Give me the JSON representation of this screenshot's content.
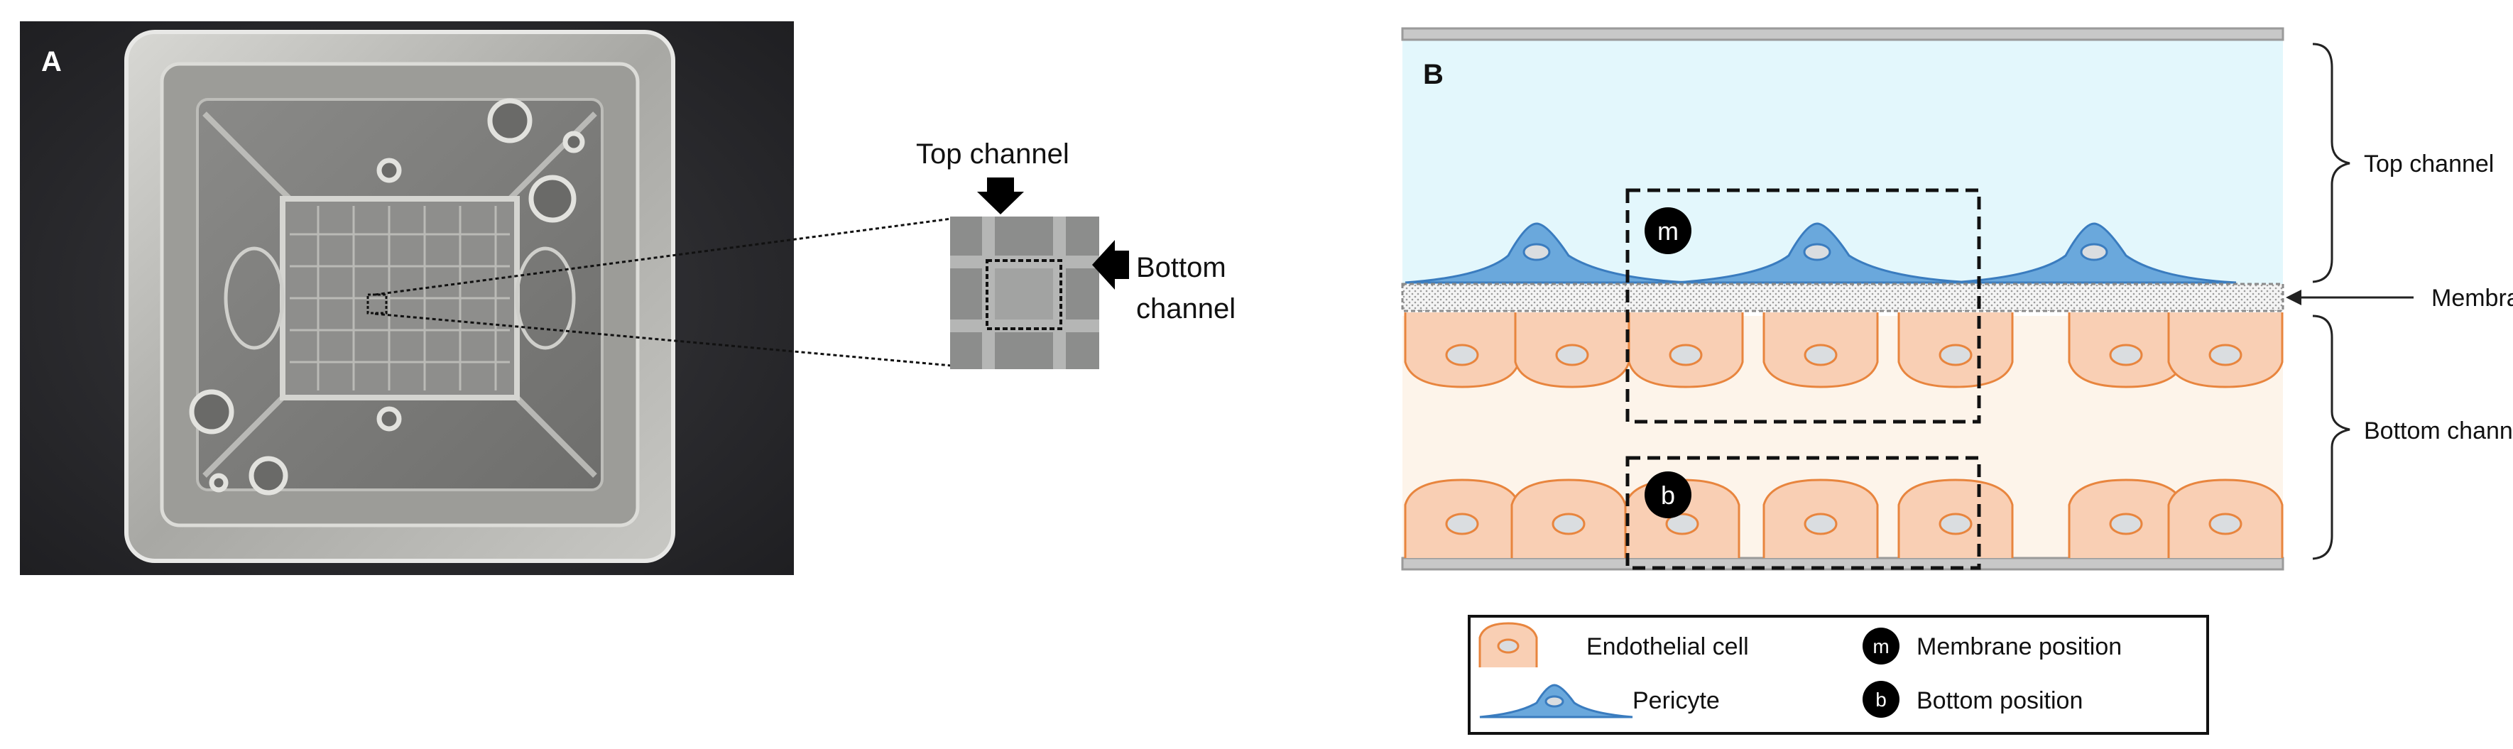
{
  "panel_a": {
    "label": "A",
    "zoom_labels": {
      "top_channel": "Top channel",
      "bottom_channel_line1": "Bottom",
      "bottom_channel_line2": "channel"
    }
  },
  "panel_b": {
    "label": "B",
    "side_labels": {
      "top_channel": "Top channel",
      "membrane": "Membrane",
      "bottom_channel": "Bottom channel"
    },
    "markers": {
      "membrane": "m",
      "bottom": "b"
    }
  },
  "legend": {
    "endothelial_cell": "Endothelial cell",
    "pericyte": "Pericyte",
    "membrane_position": "Membrane position",
    "bottom_position": "Bottom position",
    "marker_m": "m",
    "marker_b": "b"
  },
  "colors": {
    "top_channel_fill": "#e3f7fc",
    "bottom_channel_fill": "#fdf4ea",
    "endothelial_fill": "#f9cfb4",
    "endothelial_stroke": "#e8853e",
    "pericyte_fill": "#6aa8dc",
    "pericyte_stroke": "#3a7cbf",
    "wall_fill": "#c8c8c8",
    "photo_background": "#2a2a2e"
  }
}
